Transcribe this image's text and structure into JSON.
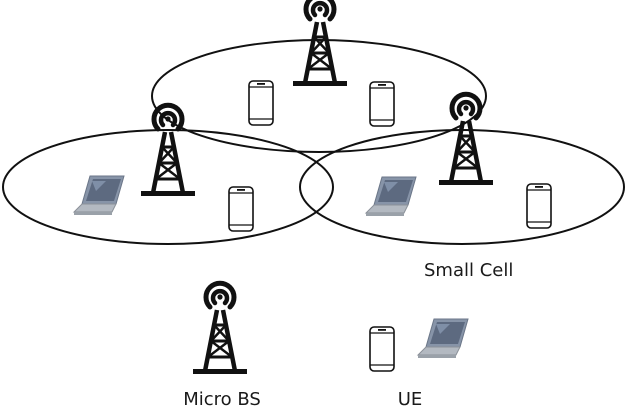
{
  "diagram": {
    "cell_label": "Small Cell",
    "legend": {
      "tower_label": "Micro BS",
      "ue_label": "UE"
    }
  },
  "colors": {
    "line": "#111111",
    "laptop_screen": "#7b8aa0",
    "laptop_body": "#a9b0b8"
  },
  "icons": {
    "tower": "tower-icon",
    "phone": "phone-icon",
    "laptop": "laptop-icon"
  }
}
